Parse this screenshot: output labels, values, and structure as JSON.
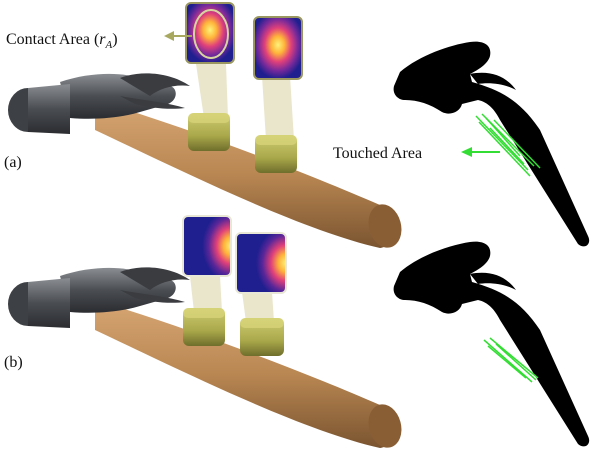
{
  "panels": [
    {
      "label": "(a)"
    },
    {
      "label": "(b)"
    }
  ],
  "annotations": {
    "contact_area_text": "Contact Area (",
    "contact_area_symbol": "r",
    "contact_area_subscript": "A",
    "contact_area_close": ")",
    "touched_area": "Touched Area"
  },
  "colors": {
    "handle_wood": "#b98752",
    "handle_dark": "#7a5430",
    "head_metal": "#4a4d52",
    "sensor_pad": "#a9a84a",
    "heatmap_bg": "#1f1f8f",
    "heatmap_hot": "#ffd84a",
    "touch_green": "#33dd33",
    "silhouette": "#000000",
    "beam": "#e6e2c2",
    "callout_arrow": "#a8a860"
  },
  "icons": {
    "hammer_photo": "hammer-icon",
    "hammer_silhouette": "hammer-silhouette-icon"
  }
}
